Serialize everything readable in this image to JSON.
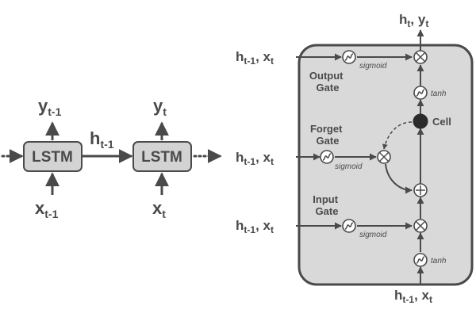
{
  "unrolled": {
    "cells": [
      {
        "label": "LSTM",
        "output_var": "y",
        "output_sub": "t-1",
        "input_var": "x",
        "input_sub": "t-1"
      },
      {
        "label": "LSTM",
        "output_var": "y",
        "output_sub": "t",
        "input_var": "x",
        "input_sub": "t"
      }
    ],
    "hidden_var": "h",
    "hidden_sub": "t-1"
  },
  "cell_detail": {
    "output_top": {
      "h_var": "h",
      "h_sub": "t",
      "sep": ", ",
      "y_var": "y",
      "y_sub": "t"
    },
    "input_pair": {
      "h_var": "h",
      "h_sub": "t-1",
      "sep": ", ",
      "x_var": "x",
      "x_sub": "t"
    },
    "gates": {
      "output": {
        "line1": "Output",
        "line2": "Gate",
        "fn": "sigmoid"
      },
      "forget": {
        "line1": "Forget",
        "line2": "Gate",
        "fn": "sigmoid"
      },
      "input": {
        "line1": "Input",
        "line2": "Gate",
        "fn": "sigmoid"
      }
    },
    "cell_label": "Cell",
    "tanh_top": "tanh",
    "tanh_bottom": "tanh"
  },
  "colors": {
    "stroke": "#4a4a4a",
    "box_fill": "#d3d3d3",
    "cell_fill": "#d9d9d9",
    "node_fill": "#ffffff",
    "cell_state_fill": "#2b2b2b"
  }
}
